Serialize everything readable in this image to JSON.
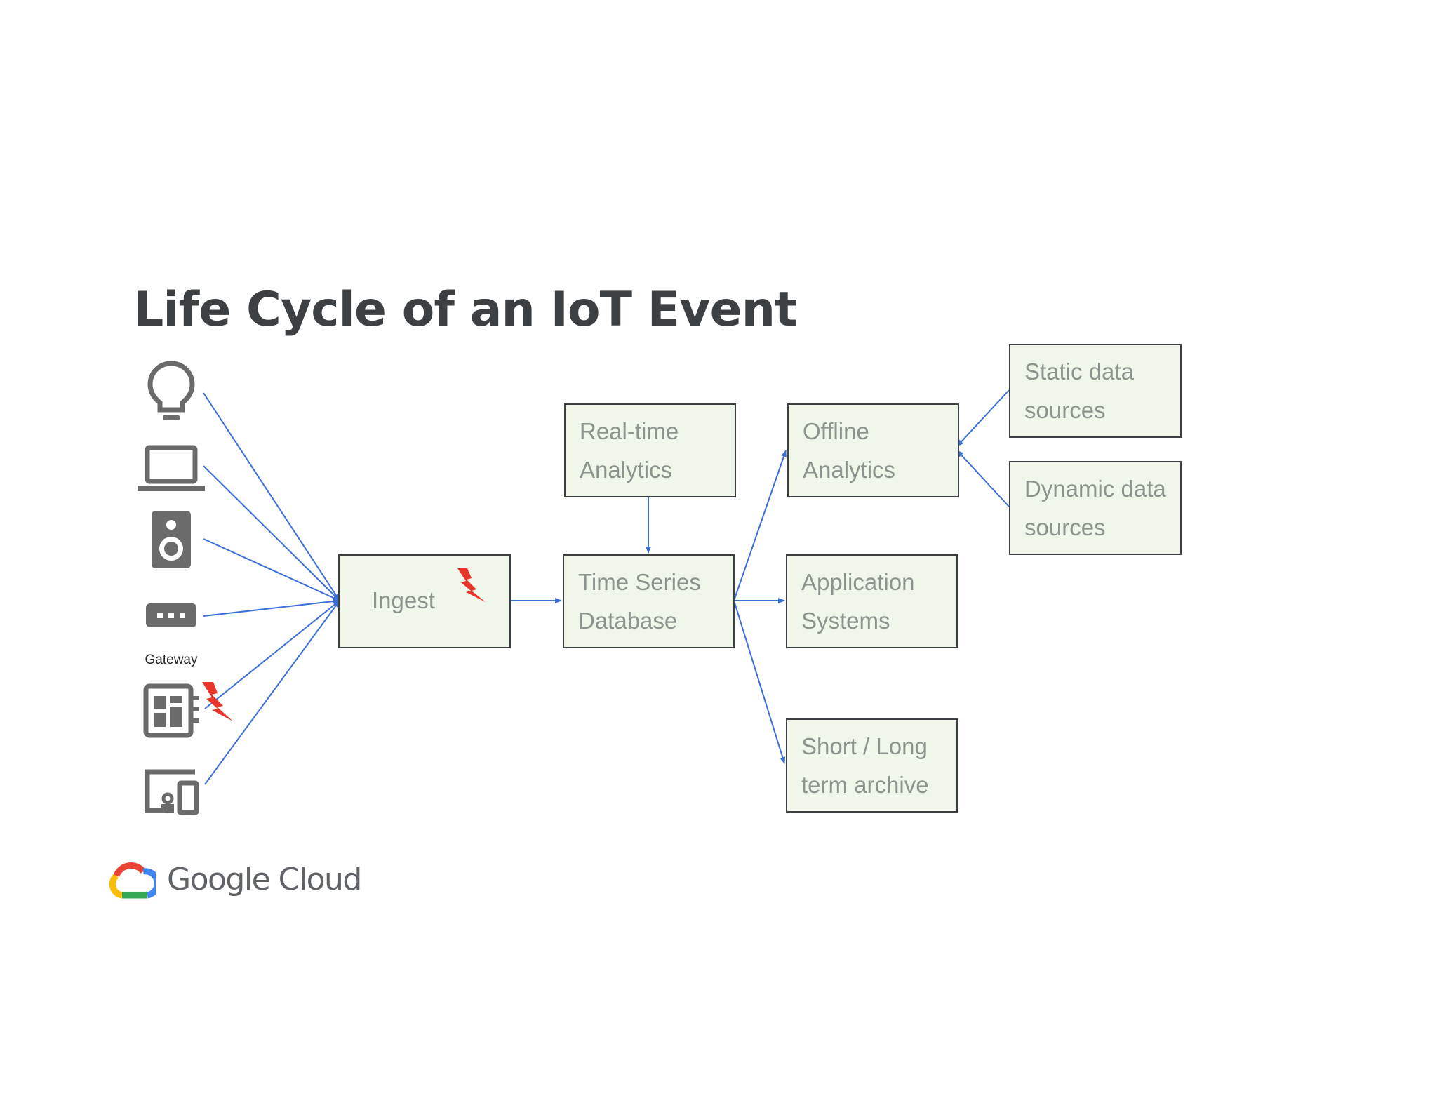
{
  "title": "Life Cycle of an IoT Event",
  "devices": {
    "gateway_label": "Gateway",
    "icons": [
      "lightbulb-icon",
      "laptop-icon",
      "speaker-icon",
      "router-icon",
      "chip-board-icon",
      "devices-icon"
    ]
  },
  "boxes": {
    "ingest": "Ingest",
    "realtime": [
      "Real-time",
      "Analytics"
    ],
    "timeseries": [
      "Time Series",
      "Database"
    ],
    "offline": [
      "Offline",
      "Analytics"
    ],
    "application": [
      "Application",
      "Systems"
    ],
    "archive": [
      "Short / Long",
      "term archive"
    ],
    "static": [
      "Static data",
      "sources"
    ],
    "dynamic": [
      "Dynamic data",
      "sources"
    ]
  },
  "logo": {
    "text": "Google Cloud"
  },
  "colors": {
    "arrow": "#3a6fd8",
    "box_fill": "#f1f6ea",
    "box_border": "#3c4043",
    "box_text": "#8c9490",
    "icon": "#6b6b6b",
    "alert": "#e8362b"
  }
}
